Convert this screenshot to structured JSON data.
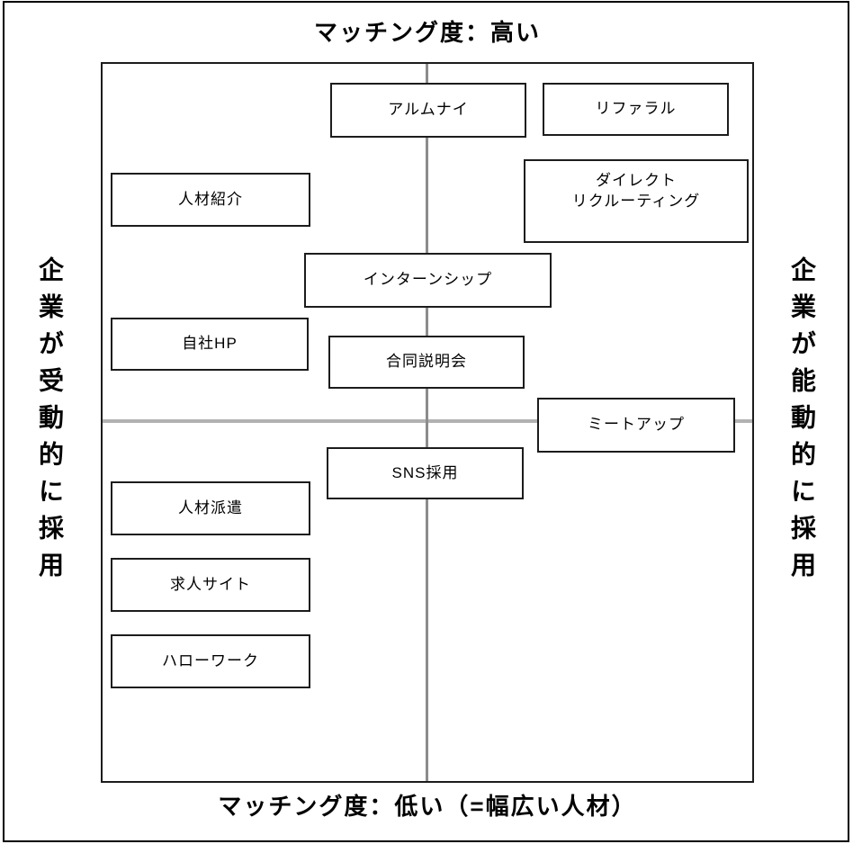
{
  "axes": {
    "top": "マッチング度：高い",
    "bottom": "マッチング度：低い（=幅広い人材）",
    "left": "企業が受動的に採用",
    "right": "企業が能動的に採用"
  },
  "methods": [
    {
      "label": "アルムナイ"
    },
    {
      "label": "リファラル"
    },
    {
      "label": "人材紹介"
    },
    {
      "label": "ダイレクト\nリクルーティング"
    },
    {
      "label": "インターンシップ"
    },
    {
      "label": "自社HP"
    },
    {
      "label": "合同説明会"
    },
    {
      "label": "ミートアップ"
    },
    {
      "label": "SNS採用"
    },
    {
      "label": "人材派遣"
    },
    {
      "label": "求人サイト"
    },
    {
      "label": "ハローワーク"
    }
  ],
  "colors": {
    "frame_black": "#000000",
    "box_border_black": "#1c1c1c",
    "crosshair_horizontal_gray": "#b2b2b2",
    "crosshair_vertical_gray": "#8c8c8c",
    "background_white": "#ffffff"
  }
}
